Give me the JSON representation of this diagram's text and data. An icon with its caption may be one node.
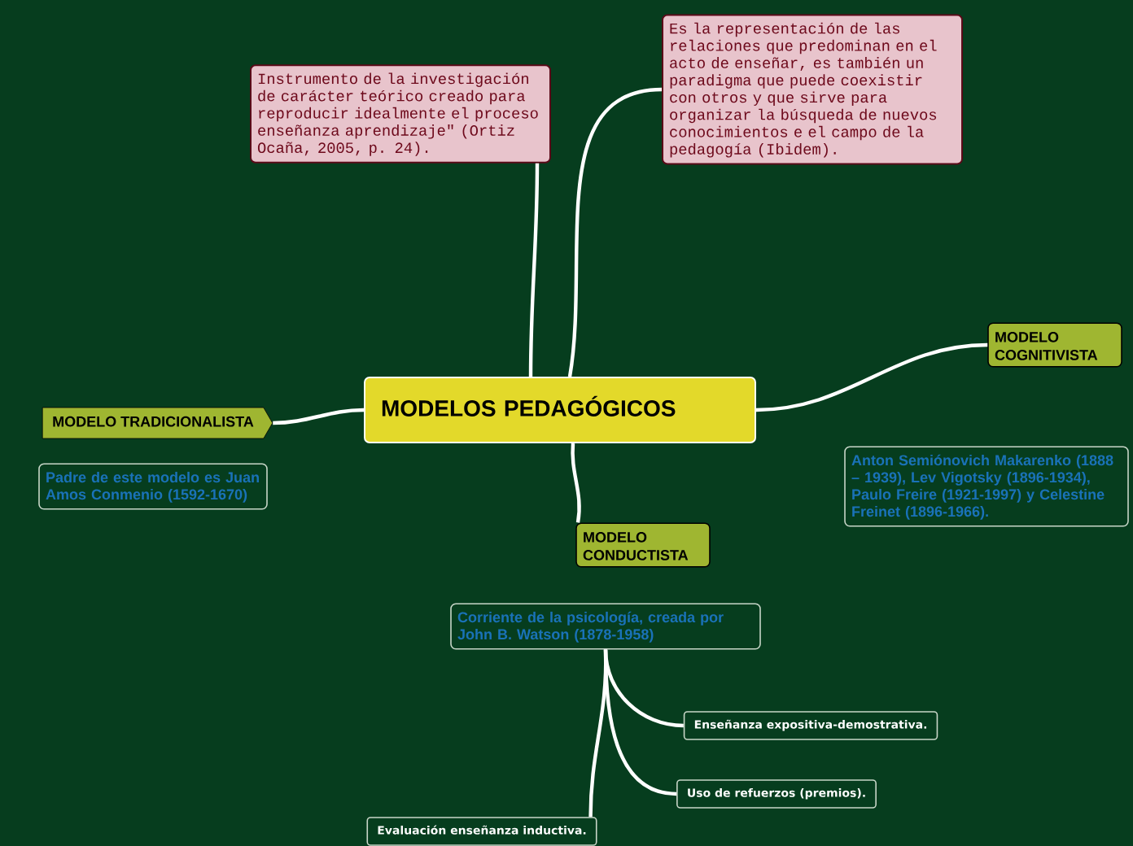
{
  "diagram": {
    "nodes": [
      {
        "text": [
          "MODELOS PEDAGÓGICOS"
        ]
      },
      {
        "text": [
          "Instrumento de la investigación de carácter teórico creado para reproducir idealmente el proceso enseñanza aprendizaje\" (Ortiz Ocaña, 2005, p. 24)."
        ]
      },
      {
        "text": [
          "Es la representación de las relaciones que predominan en el acto de enseñar, es también un paradigma que puede coexistir con otros y que sirve para organizar la búsqueda de nuevos conocimientos e el campo de la pedagogía (Ibidem)."
        ]
      },
      {
        "text": [
          "MODELO TRADICIONALISTA"
        ]
      },
      {
        "text": [
          "Padre de este modelo es Juan Amos Conmenio (1592-1670)"
        ]
      },
      {
        "text": [
          "MODELO COGNITIVISTA"
        ]
      },
      {
        "text": [
          "Anton Semiónovich Makarenko (1888 – 1939), Lev Vigotsky (1896-1934), Paulo Freire (1921-1997) y Celestine Freinet (1896-1966)."
        ]
      },
      {
        "text": [
          "MODELO CONDUCTISTA"
        ]
      },
      {
        "text": [
          "Corriente de la psicología, creada por John B. Watson (1878-1958)"
        ]
      },
      {
        "text": [
          "Enseñanza expositiva-demostrativa."
        ]
      },
      {
        "text": [
          "Uso de refuerzos (premios)."
        ]
      },
      {
        "text": [
          "Evaluación enseñanza inductiva."
        ]
      }
    ],
    "edges": [
      {
        "from": 0,
        "to": 1,
        "arrow": "none"
      },
      {
        "from": 0,
        "to": 2,
        "arrow": "none"
      },
      {
        "from": 0,
        "to": 3,
        "arrow": "none"
      },
      {
        "from": 0,
        "to": 5,
        "arrow": "none"
      },
      {
        "from": 0,
        "to": 7,
        "arrow": "none"
      },
      {
        "from": 8,
        "to": 9,
        "arrow": "none"
      },
      {
        "from": 8,
        "to": 10,
        "arrow": "none"
      },
      {
        "from": 8,
        "to": 11,
        "arrow": "none"
      }
    ]
  }
}
